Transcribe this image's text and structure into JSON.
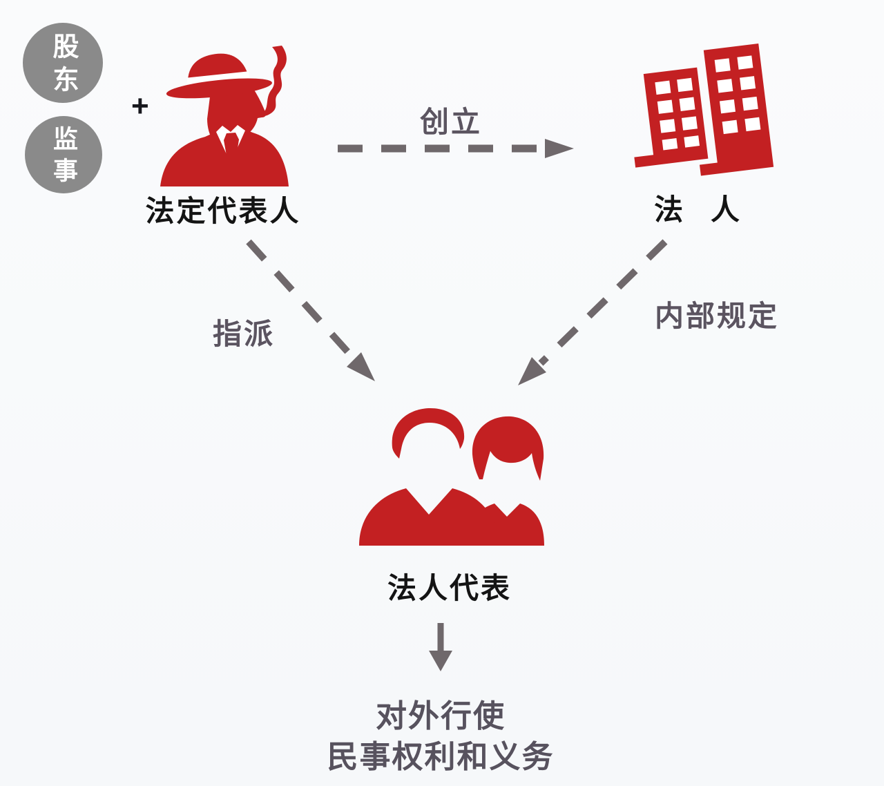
{
  "canvas": {
    "background": "#f7f9fb"
  },
  "colors": {
    "brand_red": "#c32022",
    "badge_gray": "#8a8a8a",
    "arrow_gray": "#6f686b",
    "edge_label_gray": "#5b5460",
    "node_label_black": "#141414"
  },
  "badges": {
    "shareholder": "股东",
    "supervisor": "监事",
    "plus": "+"
  },
  "nodes": {
    "legal_representative": {
      "label": "法定代表人",
      "icon": "mafia-person-icon"
    },
    "legal_person": {
      "label": "法 人",
      "icon": "buildings-icon"
    },
    "corporate_representative": {
      "label": "法人代表",
      "icon": "two-people-icon"
    }
  },
  "edges": {
    "create": {
      "label": "创立",
      "from": "legal_representative",
      "to": "legal_person",
      "style": "dashed"
    },
    "appoint": {
      "label": "指派",
      "from": "legal_representative",
      "to": "corporate_representative",
      "style": "dashed"
    },
    "internal_rules": {
      "label": "内部规定",
      "from": "legal_person",
      "to": "corporate_representative",
      "style": "dashed"
    },
    "exercise": {
      "label_line1": "对外行使",
      "label_line2": "民事权利和义务",
      "from": "corporate_representative",
      "style": "solid"
    }
  }
}
